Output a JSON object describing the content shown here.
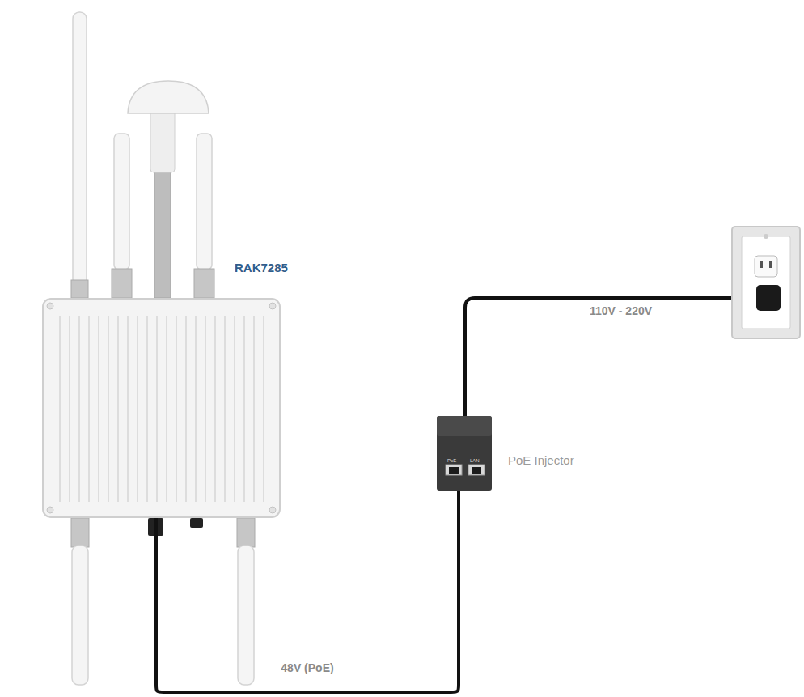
{
  "diagram": {
    "nodes": [
      {
        "text": [
          "RAK7285"
        ]
      },
      {
        "text": [
          "PoE",
          "LAN",
          "PoE Injector"
        ]
      }
    ],
    "edges": [
      {
        "from": 0,
        "to": 1,
        "arrow": "none",
        "label": "48V (PoE)"
      }
    ],
    "labels": [
      "110V - 220V"
    ]
  }
}
